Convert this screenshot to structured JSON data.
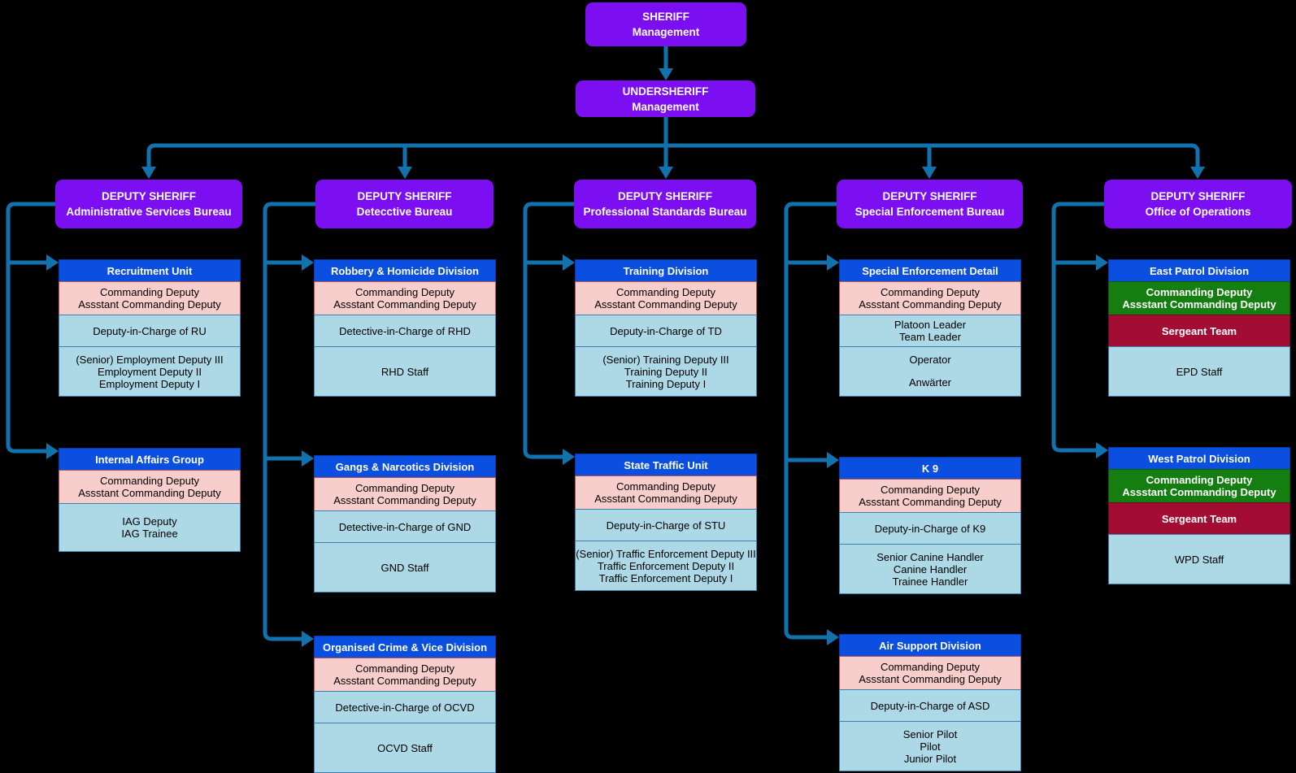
{
  "root": {
    "line1": "SHERIFF",
    "line2": "Management"
  },
  "undersheriff": {
    "line1": "UNDERSHERIFF",
    "line2": "Management"
  },
  "colors": {
    "background": "#000000",
    "bureau_purple": "#7B0FF2",
    "unit_header_blue": "#0B4FE0",
    "command_pink": "#F8CECC",
    "staff_light_blue": "#ADD8E6",
    "command_green": "#157E10",
    "sergeant_crimson": "#A30D33",
    "connector_blue": "#1272AE"
  },
  "columns": [
    {
      "bureau": {
        "line1": "DEPUTY SHERIFF",
        "line2": "Administrative Services Bureau"
      },
      "units": [
        {
          "title": "Recruitment Unit",
          "rows": [
            {
              "style": "pink",
              "lines": [
                "Commanding Deputy",
                "Assstant Commanding Deputy"
              ]
            },
            {
              "style": "light",
              "lines": [
                "Deputy-in-Charge of RU"
              ]
            },
            {
              "style": "light",
              "lines": [
                "(Senior) Employment Deputy III",
                "Employment Deputy II",
                "Employment Deputy I"
              ]
            }
          ]
        },
        {
          "title": "Internal Affairs Group",
          "rows": [
            {
              "style": "pink",
              "lines": [
                "Commanding Deputy",
                "Assstant Commanding Deputy"
              ]
            },
            {
              "style": "light",
              "lines": [
                "IAG Deputy",
                "IAG Trainee"
              ]
            }
          ]
        }
      ]
    },
    {
      "bureau": {
        "line1": "DEPUTY SHERIFF",
        "line2": "Detecctive Bureau"
      },
      "units": [
        {
          "title": "Robbery & Homicide Division",
          "rows": [
            {
              "style": "pink",
              "lines": [
                "Commanding Deputy",
                "Assstant Commanding Deputy"
              ]
            },
            {
              "style": "light",
              "lines": [
                "Detective-in-Charge of RHD"
              ]
            },
            {
              "style": "light",
              "lines": [
                "RHD Staff"
              ]
            }
          ]
        },
        {
          "title": "Gangs & Narcotics Division",
          "rows": [
            {
              "style": "pink",
              "lines": [
                "Commanding Deputy",
                "Assstant Commanding Deputy"
              ]
            },
            {
              "style": "light",
              "lines": [
                "Detective-in-Charge of GND"
              ]
            },
            {
              "style": "light",
              "lines": [
                "GND Staff"
              ]
            }
          ]
        },
        {
          "title": "Organised Crime & Vice Division",
          "rows": [
            {
              "style": "pink",
              "lines": [
                "Commanding Deputy",
                "Assstant Commanding Deputy"
              ]
            },
            {
              "style": "light",
              "lines": [
                "Detective-in-Charge of OCVD"
              ]
            },
            {
              "style": "light",
              "lines": [
                "OCVD Staff"
              ]
            }
          ]
        }
      ]
    },
    {
      "bureau": {
        "line1": "DEPUTY SHERIFF",
        "line2": "Professional Standards Bureau"
      },
      "units": [
        {
          "title": "Training Division",
          "rows": [
            {
              "style": "pink",
              "lines": [
                "Commanding Deputy",
                "Assstant Commanding Deputy"
              ]
            },
            {
              "style": "light",
              "lines": [
                "Deputy-in-Charge of TD"
              ]
            },
            {
              "style": "light",
              "lines": [
                "(Senior) Training Deputy III",
                "Training Deputy II",
                "Training Deputy I"
              ]
            }
          ]
        },
        {
          "title": "State Traffic Unit",
          "rows": [
            {
              "style": "pink",
              "lines": [
                "Commanding Deputy",
                "Assstant Commanding Deputy"
              ]
            },
            {
              "style": "light",
              "lines": [
                "Deputy-in-Charge of STU"
              ]
            },
            {
              "style": "light",
              "lines": [
                "(Senior) Traffic Enforcement Deputy III",
                "Traffic Enforcement Deputy II",
                "Traffic Enforcement Deputy I"
              ]
            }
          ]
        }
      ]
    },
    {
      "bureau": {
        "line1": "DEPUTY SHERIFF",
        "line2": "Special Enforcement Bureau"
      },
      "units": [
        {
          "title": "Special Enforcement Detail",
          "rows": [
            {
              "style": "pink",
              "lines": [
                "Commanding Deputy",
                "Assstant Commanding Deputy"
              ]
            },
            {
              "style": "light",
              "lines": [
                "Platoon Leader",
                "Team Leader"
              ]
            },
            {
              "style": "light",
              "gap": true,
              "lines": [
                "Operator",
                "Anwärter"
              ]
            }
          ]
        },
        {
          "title": "K 9",
          "rows": [
            {
              "style": "pink",
              "lines": [
                "Commanding Deputy",
                "Assstant Commanding Deputy"
              ]
            },
            {
              "style": "light",
              "lines": [
                "Deputy-in-Charge of K9"
              ]
            },
            {
              "style": "light",
              "lines": [
                "Senior Canine Handler",
                "Canine Handler",
                "Trainee Handler"
              ]
            }
          ]
        },
        {
          "title": "Air Support Division",
          "rows": [
            {
              "style": "pink",
              "lines": [
                "Commanding Deputy",
                "Assstant Commanding Deputy"
              ]
            },
            {
              "style": "light",
              "lines": [
                "Deputy-in-Charge of ASD"
              ]
            },
            {
              "style": "light",
              "lines": [
                "Senior Pilot",
                "Pilot",
                "Junior Pilot"
              ]
            }
          ]
        }
      ]
    },
    {
      "bureau": {
        "line1": "DEPUTY SHERIFF",
        "line2": "Office of Operations"
      },
      "units": [
        {
          "title": "East Patrol Division",
          "rows": [
            {
              "style": "green",
              "lines": [
                "Commanding Deputy",
                "Assstant Commanding Deputy"
              ]
            },
            {
              "style": "crimson",
              "lines": [
                "Sergeant Team"
              ]
            },
            {
              "style": "light",
              "lines": [
                "EPD Staff"
              ]
            }
          ]
        },
        {
          "title": "West Patrol Division",
          "rows": [
            {
              "style": "green",
              "lines": [
                "Commanding Deputy",
                "Assstant Commanding Deputy"
              ]
            },
            {
              "style": "crimson",
              "lines": [
                "Sergeant Team"
              ]
            },
            {
              "style": "light",
              "lines": [
                "WPD Staff"
              ]
            }
          ]
        }
      ]
    }
  ]
}
